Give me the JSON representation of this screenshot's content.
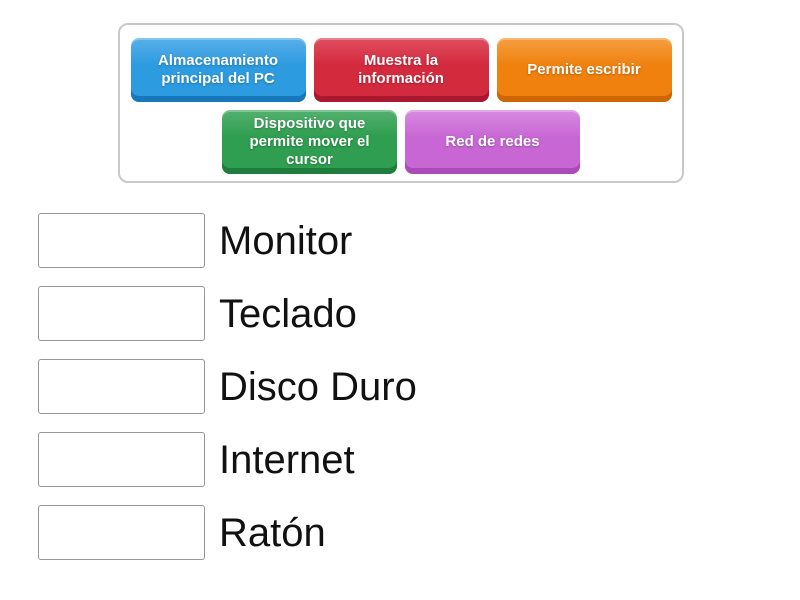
{
  "chip_tray": {
    "chips": [
      {
        "label": "Almacenamiento principal del PC",
        "color": "#2D9BE0",
        "color_dark": "#1877BB",
        "color_light": "#59B0E9"
      },
      {
        "label": "Muestra la información",
        "color": "#D42A3E",
        "color_dark": "#A91830",
        "color_light": "#E04F60"
      },
      {
        "label": "Permite escribir",
        "color": "#F0810F",
        "color_dark": "#CE6703",
        "color_light": "#F59F42"
      },
      {
        "label": "Dispositivo que permite mover el cursor",
        "color": "#2F9E50",
        "color_dark": "#1E7C3C",
        "color_light": "#53B06F"
      },
      {
        "label": "Red de redes",
        "color": "#C867D4",
        "color_dark": "#AB4BBA",
        "color_light": "#D78BE0"
      }
    ]
  },
  "match_list": {
    "items": [
      {
        "label": "Monitor"
      },
      {
        "label": "Teclado"
      },
      {
        "label": "Disco Duro"
      },
      {
        "label": "Internet"
      },
      {
        "label": "Ratón"
      }
    ]
  }
}
